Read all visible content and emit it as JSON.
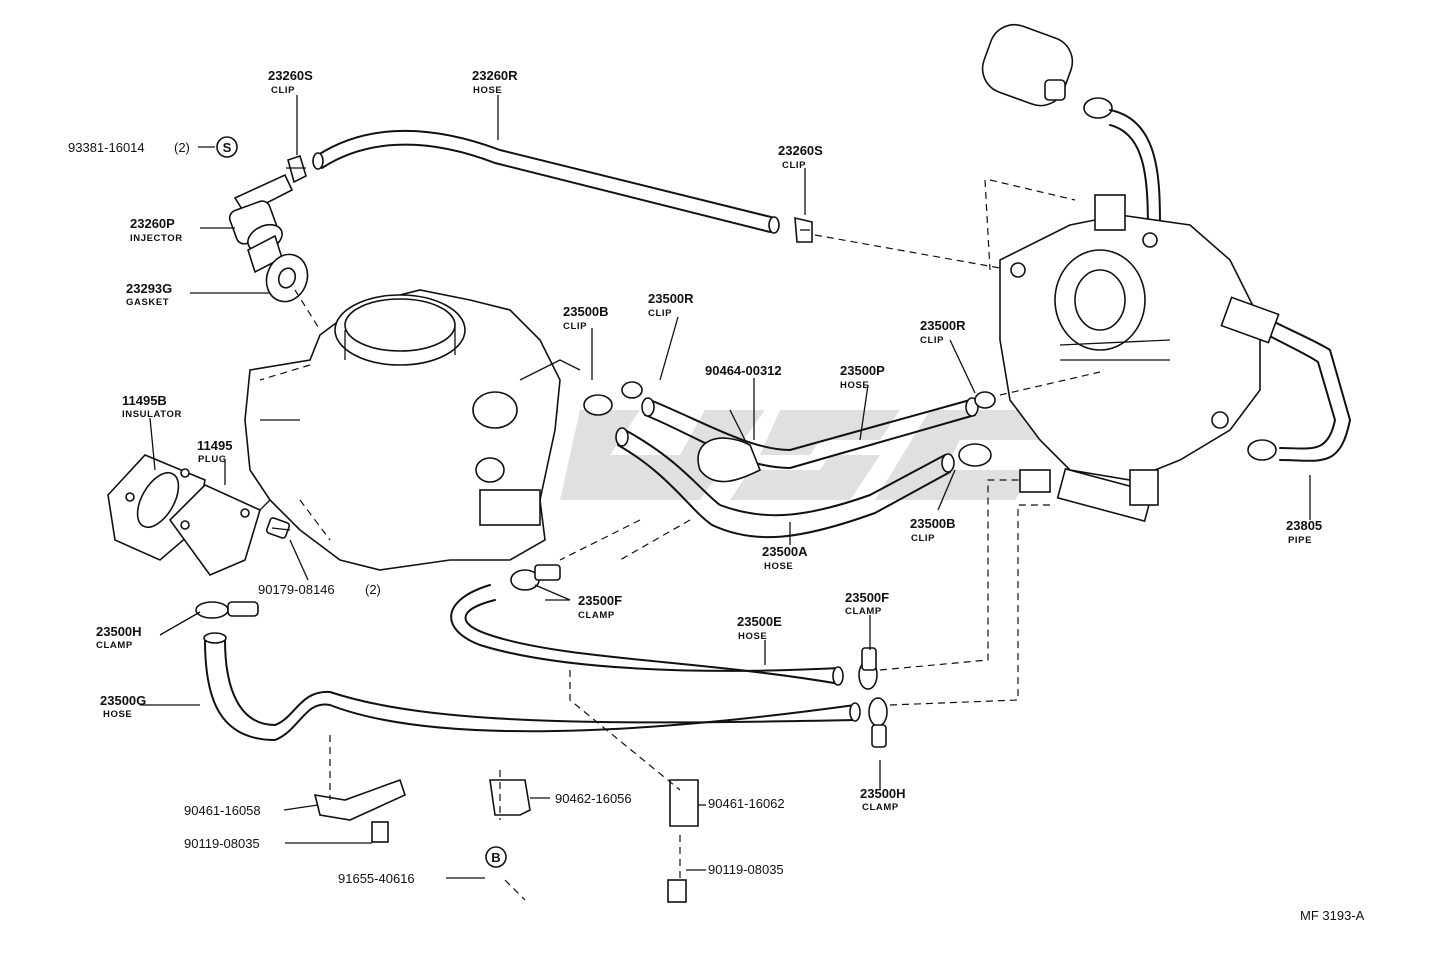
{
  "diagram_code": "MF 3193-A",
  "labels": [
    {
      "id": "l1",
      "part": "23260S",
      "desc": "CLIP"
    },
    {
      "id": "l2",
      "part": "23260R",
      "desc": "HOSE"
    },
    {
      "id": "l3",
      "part": "93381-16014",
      "desc": "(2)"
    },
    {
      "id": "l4",
      "part": "23260S",
      "desc": "CLIP"
    },
    {
      "id": "l5",
      "part": "23260P",
      "desc": "INJECTOR"
    },
    {
      "id": "l6",
      "part": "23293G",
      "desc": "GASKET"
    },
    {
      "id": "l7",
      "part": "23500B",
      "desc": "CLIP"
    },
    {
      "id": "l8",
      "part": "23500R",
      "desc": "CLIP"
    },
    {
      "id": "l9",
      "part": "90464-00312",
      "desc": ""
    },
    {
      "id": "l10",
      "part": "23500P",
      "desc": "HOSE"
    },
    {
      "id": "l11",
      "part": "23500R",
      "desc": "CLIP"
    },
    {
      "id": "l12",
      "part": "11495B",
      "desc": "INSULATOR"
    },
    {
      "id": "l13",
      "part": "11495",
      "desc": "PLUG"
    },
    {
      "id": "l14",
      "part": "90179-08146",
      "desc": "(2)"
    },
    {
      "id": "l15",
      "part": "23500A",
      "desc": "HOSE"
    },
    {
      "id": "l16",
      "part": "23500B",
      "desc": "CLIP"
    },
    {
      "id": "l17",
      "part": "23805",
      "desc": "PIPE"
    },
    {
      "id": "l18",
      "part": "23500F",
      "desc": "CLAMP"
    },
    {
      "id": "l19",
      "part": "23500F",
      "desc": "CLAMP"
    },
    {
      "id": "l20",
      "part": "23500H",
      "desc": "CLAMP"
    },
    {
      "id": "l21",
      "part": "23500E",
      "desc": "HOSE"
    },
    {
      "id": "l22",
      "part": "23500G",
      "desc": "HOSE"
    },
    {
      "id": "l23",
      "part": "23500H",
      "desc": "CLAMP"
    },
    {
      "id": "l24",
      "part": "90461-16058",
      "desc": ""
    },
    {
      "id": "l25",
      "part": "90462-16056",
      "desc": ""
    },
    {
      "id": "l26",
      "part": "90461-16062",
      "desc": ""
    },
    {
      "id": "l27",
      "part": "90119-08035",
      "desc": ""
    },
    {
      "id": "l28",
      "part": "91655-40616",
      "desc": ""
    },
    {
      "id": "l29",
      "part": "90119-08035",
      "desc": ""
    }
  ],
  "markers": {
    "s": "S",
    "b": "B"
  },
  "icons": [
    "injector-icon",
    "gasket-icon",
    "insulator-icon",
    "plug-icon",
    "fuel-filter-icon",
    "throttle-body-icon",
    "bolt-icon",
    "clamp-icon"
  ],
  "colors": {
    "line": "#111111",
    "background": "#ffffff",
    "watermark": "#c8c8c8"
  }
}
